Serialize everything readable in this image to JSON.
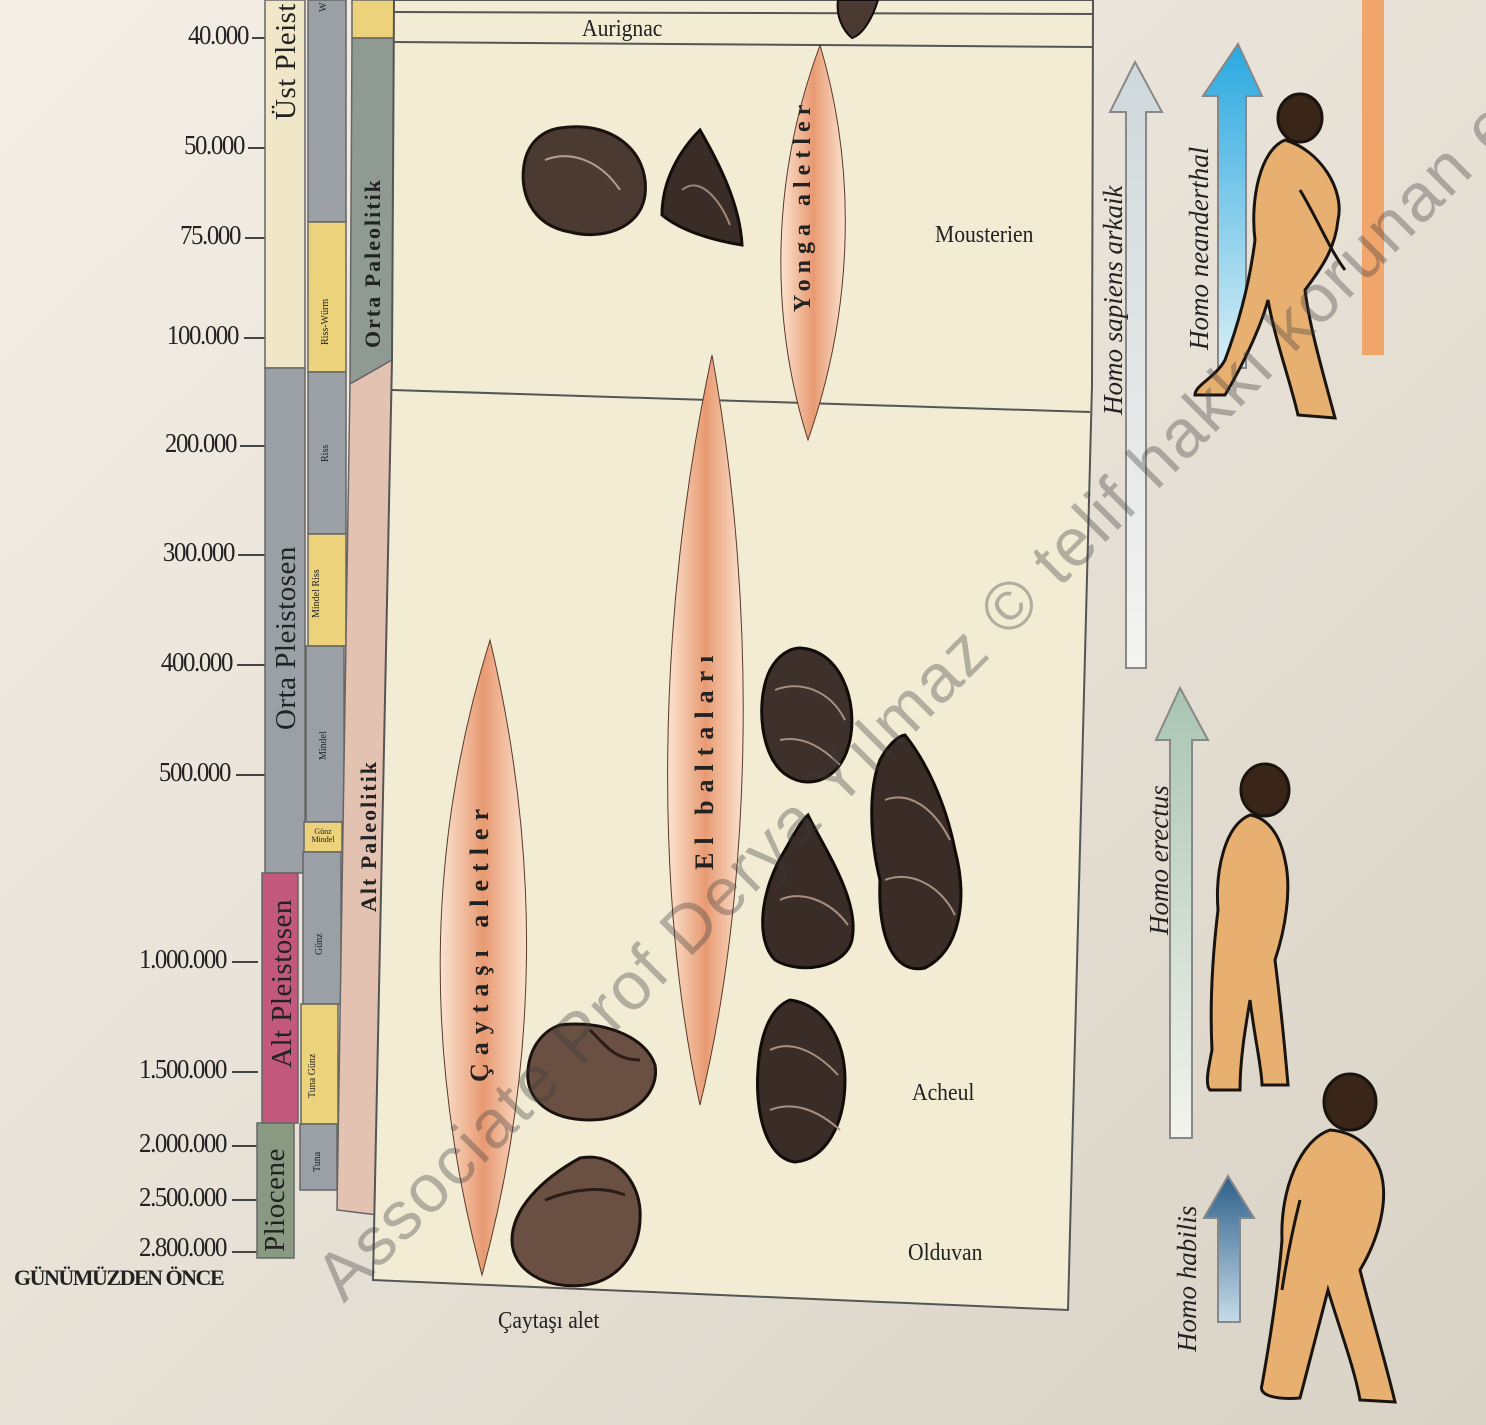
{
  "time_axis": {
    "ticks": [
      {
        "label": "40.000"
      },
      {
        "label": "50.000"
      },
      {
        "label": "75.000"
      },
      {
        "label": "100.000"
      },
      {
        "label": "200.000"
      },
      {
        "label": "300.000"
      },
      {
        "label": "400.000"
      },
      {
        "label": "500.000"
      },
      {
        "label": "1.000.000"
      },
      {
        "label": "1.500.000"
      },
      {
        "label": "2.000.000"
      },
      {
        "label": "2.500.000"
      },
      {
        "label": "2.800.000"
      }
    ],
    "bottom_label": "GÜNÜMÜZDEN ÖNCE"
  },
  "epochs": {
    "ust": "Üst Pleist",
    "orta": "Orta Pleistosen",
    "alt": "Alt Pleistosen",
    "plio": "Pliocene"
  },
  "glacials": {
    "w": "W",
    "riss_wurm": "Riss-Würm",
    "riss": "Riss",
    "mindel_riss": "Mindel Riss",
    "mindel": "Mindel",
    "gunz_mindel": "Günz Mindel",
    "gunz": "Günz",
    "tuna_gunz": "Tuna Günz",
    "tuna": "Tuna"
  },
  "periods": {
    "orta": "Orta Paleolitik",
    "alt": "Alt Paleolitik"
  },
  "tools": {
    "yonga": "Yonga aletler",
    "el": "El baltaları",
    "caytasi": "Çaytaşı aletler",
    "caption": "Çaytaşı alet"
  },
  "cultures": {
    "aurignac": "Aurignac",
    "mousterien": "Mousterien",
    "acheul": "Acheul",
    "olduvan": "Olduvan"
  },
  "species": {
    "sapiens": "Homo sapiens arkaik",
    "neanderthal": "Homo neanderthal",
    "erectus": "Homo erectus",
    "habilis": "Homo habilis"
  },
  "watermark": "Associate Prof Derya Yılmaz © telif hakkı korunan eser",
  "colors": {
    "pleistocene_gray": "#9aa0a6",
    "pink": "#c2587c",
    "pliocene_green": "#8a9a82",
    "yellow": "#ecd27a",
    "cream": "#f2ecd5",
    "tool_orange": "#e8a27a",
    "neanderthal_blue": "#3aaad6",
    "habilis_blue": "#3a6f9a"
  }
}
